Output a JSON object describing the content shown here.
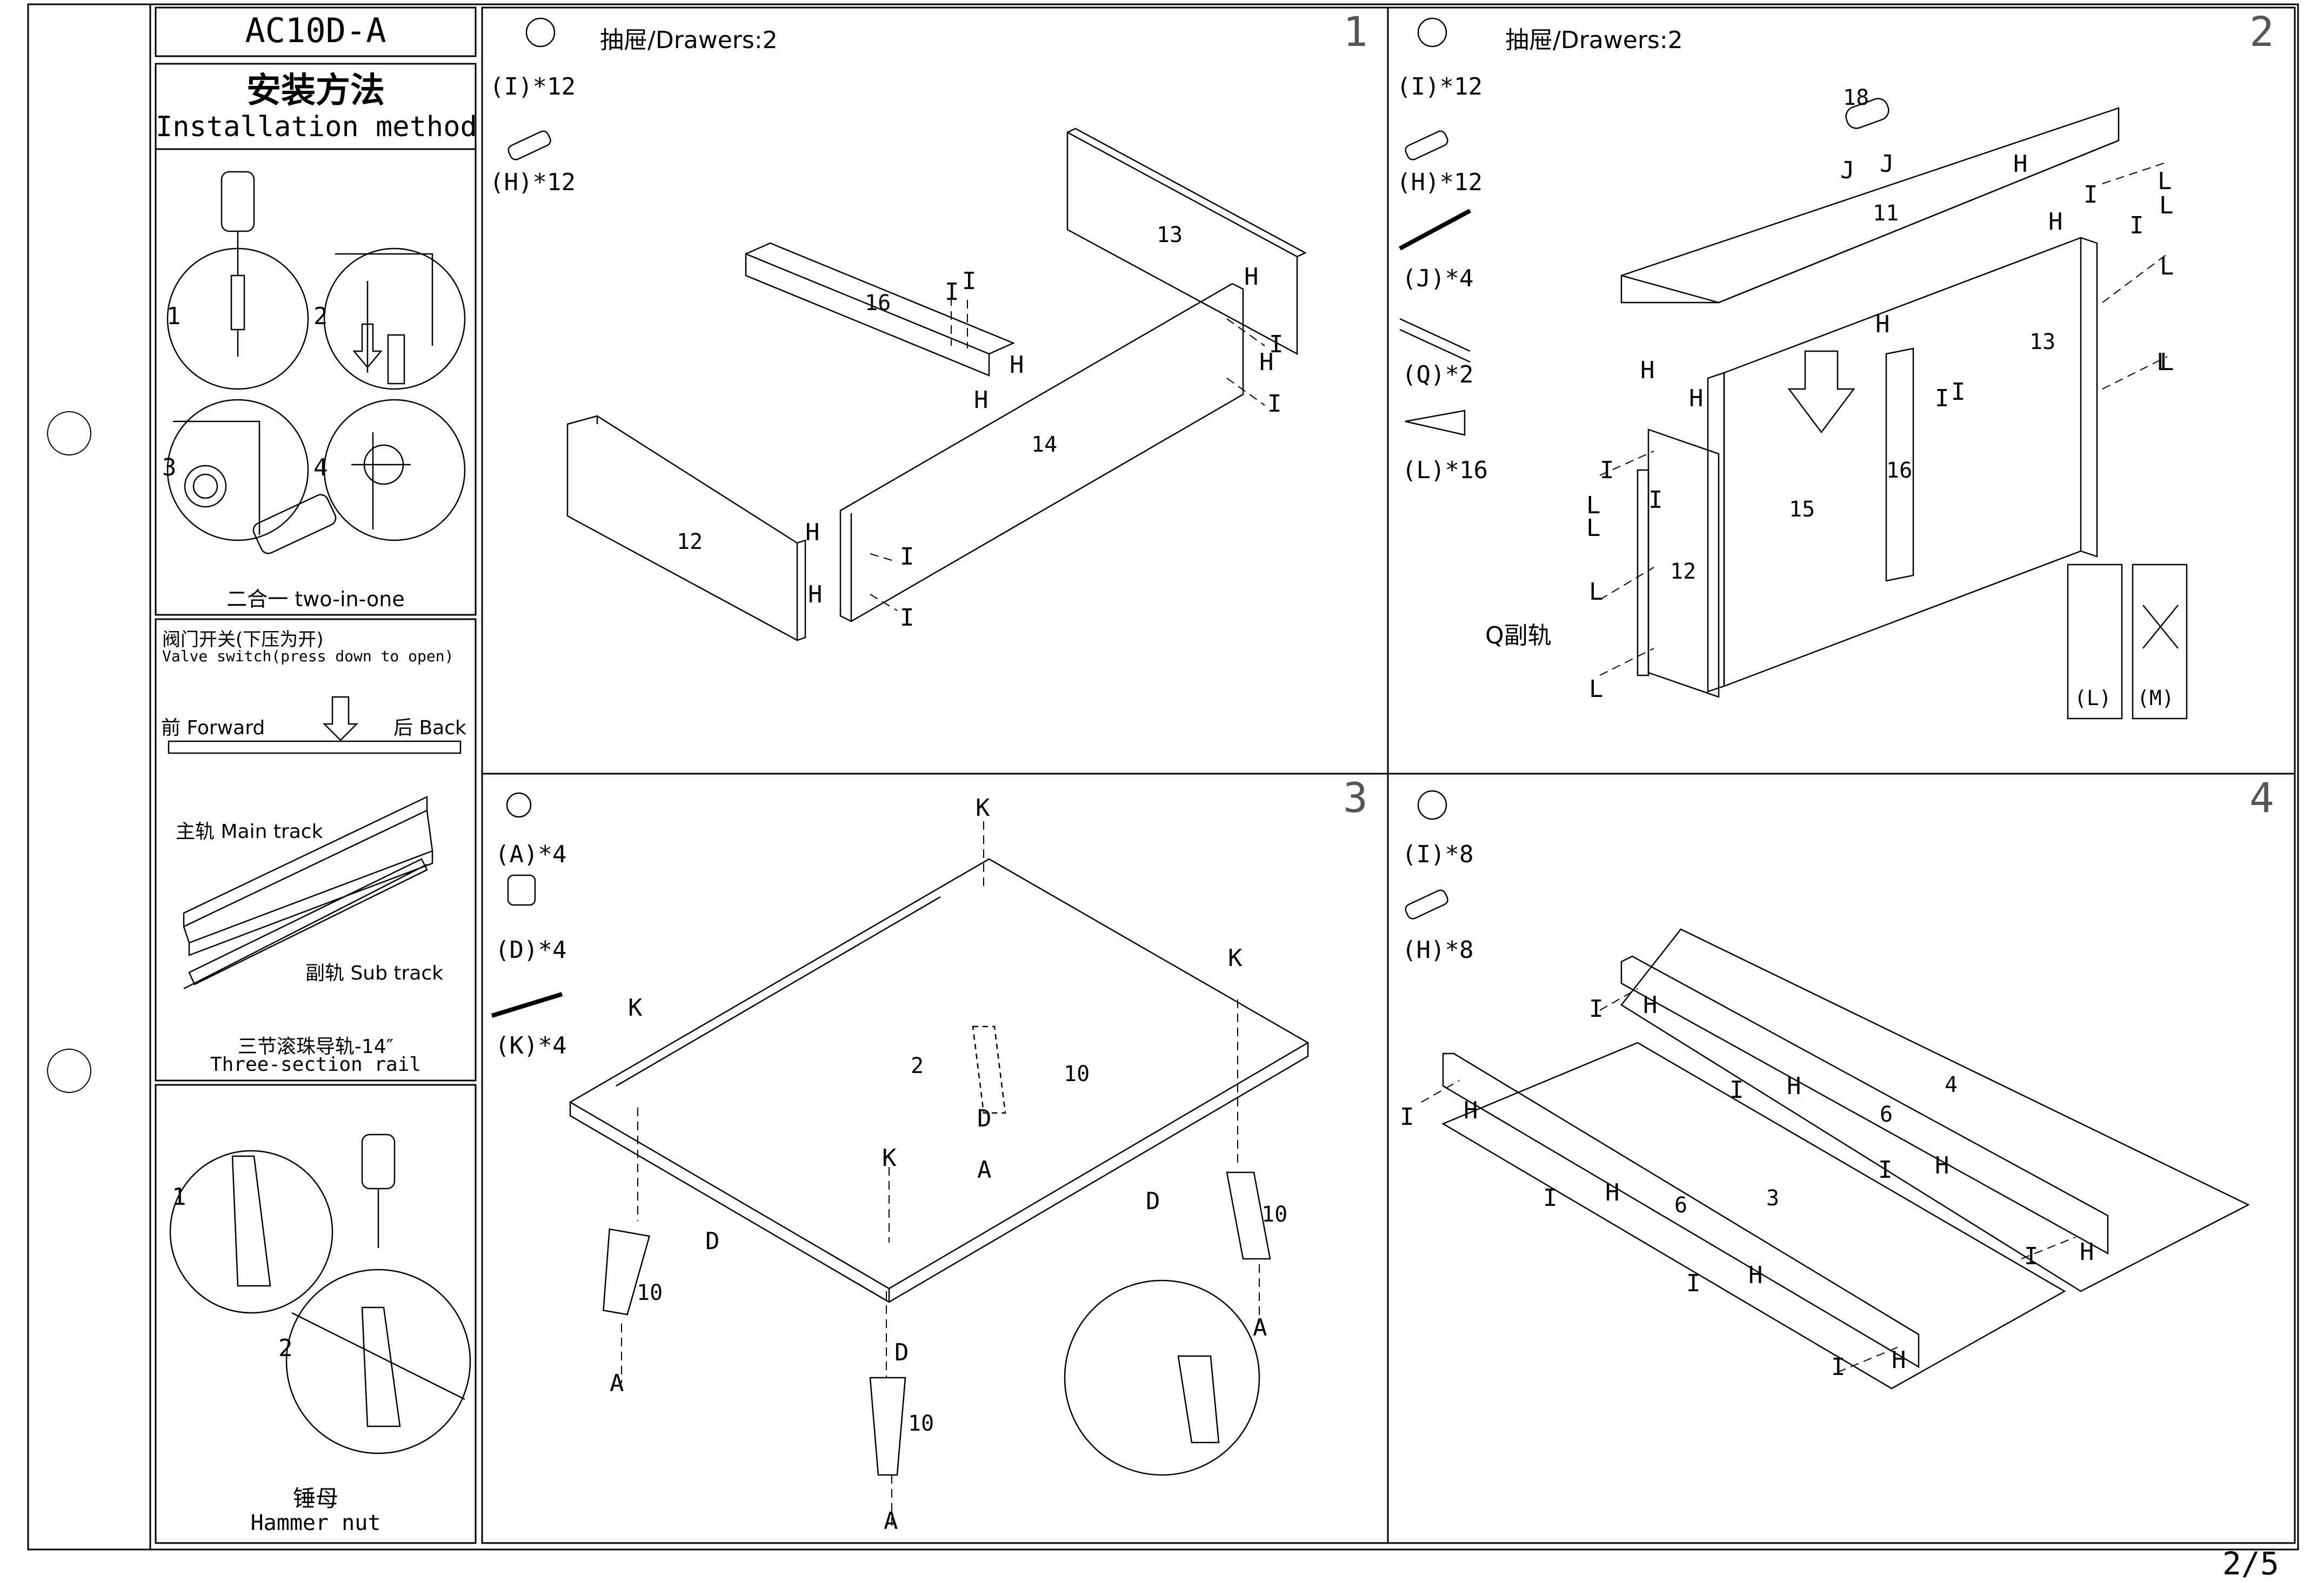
{
  "sidebar": {
    "model": "AC10D-A",
    "method_title_zh": "安装方法",
    "method_title_en": "Installation method",
    "cam_steps": [
      "1",
      "2",
      "3",
      "4"
    ],
    "two_in_one": "二合一 two-in-one",
    "valve_zh": "阀门开关(下压为开)",
    "valve_en": "Valve switch(press down to open)",
    "forward": "前 Forward",
    "back": "后 Back",
    "main_track": "主轨 Main track",
    "sub_track": "副轨 Sub track",
    "rail_zh": "三节滚珠导轨-14″",
    "rail_en": "Three-section  rail",
    "hammer_steps": [
      "1",
      "2"
    ],
    "hammer_zh": "锤母",
    "hammer_en": "Hammer nut"
  },
  "steps": [
    {
      "number": "1",
      "title": "抽屉/Drawers:2",
      "parts": [
        "(I)*12",
        "(H)*12"
      ],
      "panels": [
        "13",
        "16",
        "14",
        "12"
      ],
      "labels": [
        "I",
        "I",
        "H",
        "H",
        "H",
        "I",
        "H",
        "I",
        "H",
        "I",
        "H",
        "I"
      ]
    },
    {
      "number": "2",
      "title": "抽屉/Drawers:2",
      "parts": [
        "(I)*12",
        "(H)*12",
        "(J)*4",
        "(Q)*2",
        "(L)*16"
      ],
      "panels": [
        "18",
        "11",
        "13",
        "16",
        "15",
        "12"
      ],
      "rail_label": "Q副轨",
      "screw_labels": [
        "(L)",
        "(M)"
      ],
      "labels": [
        "J",
        "J",
        "H",
        "I",
        "L",
        "L",
        "I",
        "L",
        "L",
        "H",
        "H",
        "H",
        "I",
        "I",
        "H",
        "L",
        "L",
        "I",
        "I",
        "L",
        "L",
        "L"
      ]
    },
    {
      "number": "3",
      "parts": [
        "(A)*4",
        "(D)*4",
        "(K)*4"
      ],
      "panels": [
        "2",
        "10",
        "10",
        "10",
        "10"
      ],
      "labels": [
        "K",
        "K",
        "K",
        "K",
        "D",
        "A",
        "D",
        "D",
        "A",
        "D",
        "A",
        "A"
      ]
    },
    {
      "number": "4",
      "parts": [
        "(I)*8",
        "(H)*8"
      ],
      "panels": [
        "4",
        "6",
        "3",
        "6"
      ],
      "labels": [
        "I",
        "H",
        "I",
        "H",
        "I",
        "H",
        "I",
        "H",
        "I",
        "H",
        "I",
        "H",
        "I",
        "H",
        "I",
        "H"
      ]
    }
  ],
  "page_number": "2/5",
  "icons": [
    "cam-lock-icon",
    "dowel-icon",
    "screw-icon",
    "rail-icon",
    "screwdriver-icon",
    "arrow-down-icon",
    "cross-icon"
  ]
}
